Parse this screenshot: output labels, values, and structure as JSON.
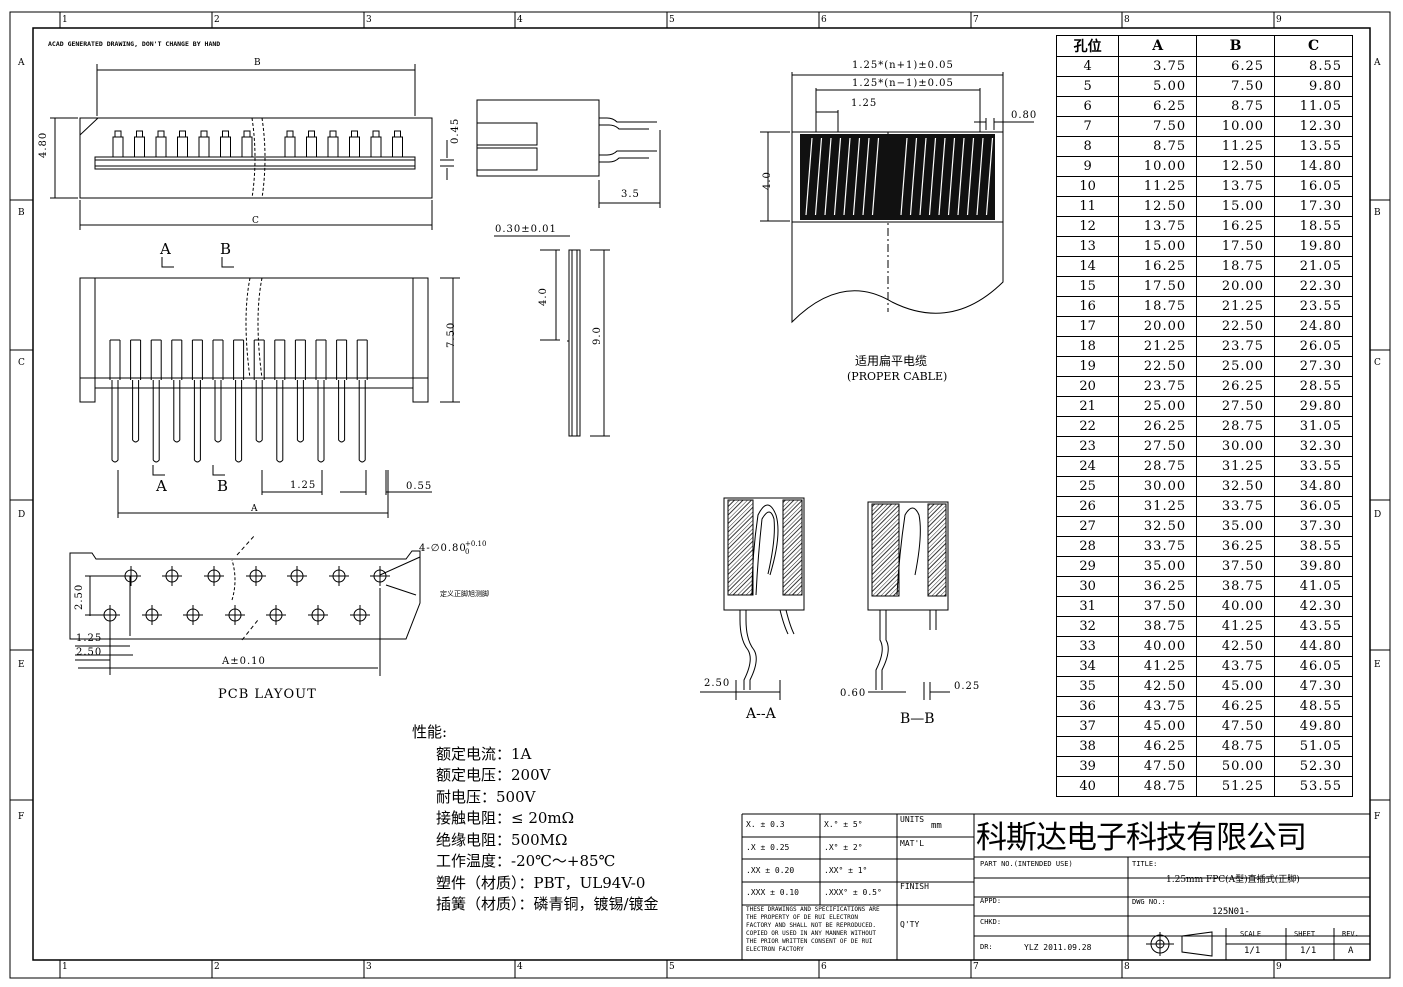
{
  "note_top": "ACAD GENERATED DRAWING, DON'T CHANGE BY HAND",
  "col_markers": [
    "1",
    "2",
    "3",
    "4",
    "5",
    "6",
    "7",
    "8",
    "9"
  ],
  "row_markers": [
    "A",
    "B",
    "C",
    "D",
    "E",
    "F"
  ],
  "top_view": {
    "dim_b": "B",
    "dim_c": "C",
    "dim_height": "4.80",
    "dim_045": "0.45"
  },
  "side_view": {
    "dim_35": "3.5"
  },
  "front_view": {
    "sec_a": "A",
    "sec_b": "B",
    "dim_750": "7.50",
    "pitch": "1.25",
    "pin_w": "0.55",
    "dim_a": "A"
  },
  "fpc_side": {
    "dim_thickness": "0.30±0.01",
    "dim_40": "4.0",
    "dim_90": "9.0"
  },
  "cable": {
    "dim_top1": "1.25*(n+1)±0.05",
    "dim_top2": "1.25*(n−1)±0.05",
    "dim_pitch": "1.25",
    "dim_080": "0.80",
    "dim_40": "4.0",
    "label_cn": "适用扁平电缆",
    "label_en": "(PROPER CABLE)"
  },
  "pcb": {
    "hole_dim": "4-∅0.80",
    "tol_plus": "+0.10",
    "tol_zero": "0",
    "dim_250v": "2.50",
    "dim_125": "1.25",
    "dim_250h": "2.50",
    "dim_a": "A±0.10",
    "note": "定义正脚旭测脚",
    "title": "PCB LAYOUT"
  },
  "section_aa": {
    "dim": "2.50",
    "label": "A--A"
  },
  "section_bb": {
    "dim_060": "0.60",
    "dim_025": "0.25",
    "label": "B—B"
  },
  "specs": {
    "heading": "性能:",
    "items": [
      "额定电流：1A",
      "额定电压：200V",
      "耐电压：500V",
      "接触电阻：≤ 20mΩ",
      "绝缘电阻：500MΩ",
      "工作温度：-20℃～+85℃",
      "塑件（材质）：PBT，UL94V-0",
      "插簧（材质）：磷青铜，镀锡/镀金"
    ]
  },
  "hole_table": {
    "headers": [
      "孔位",
      "A",
      "B",
      "C"
    ],
    "rows": [
      [
        "4",
        "3.75",
        "6.25",
        "8.55"
      ],
      [
        "5",
        "5.00",
        "7.50",
        "9.80"
      ],
      [
        "6",
        "6.25",
        "8.75",
        "11.05"
      ],
      [
        "7",
        "7.50",
        "10.00",
        "12.30"
      ],
      [
        "8",
        "8.75",
        "11.25",
        "13.55"
      ],
      [
        "9",
        "10.00",
        "12.50",
        "14.80"
      ],
      [
        "10",
        "11.25",
        "13.75",
        "16.05"
      ],
      [
        "11",
        "12.50",
        "15.00",
        "17.30"
      ],
      [
        "12",
        "13.75",
        "16.25",
        "18.55"
      ],
      [
        "13",
        "15.00",
        "17.50",
        "19.80"
      ],
      [
        "14",
        "16.25",
        "18.75",
        "21.05"
      ],
      [
        "15",
        "17.50",
        "20.00",
        "22.30"
      ],
      [
        "16",
        "18.75",
        "21.25",
        "23.55"
      ],
      [
        "17",
        "20.00",
        "22.50",
        "24.80"
      ],
      [
        "18",
        "21.25",
        "23.75",
        "26.05"
      ],
      [
        "19",
        "22.50",
        "25.00",
        "27.30"
      ],
      [
        "20",
        "23.75",
        "26.25",
        "28.55"
      ],
      [
        "21",
        "25.00",
        "27.50",
        "29.80"
      ],
      [
        "22",
        "26.25",
        "28.75",
        "31.05"
      ],
      [
        "23",
        "27.50",
        "30.00",
        "32.30"
      ],
      [
        "24",
        "28.75",
        "31.25",
        "33.55"
      ],
      [
        "25",
        "30.00",
        "32.50",
        "34.80"
      ],
      [
        "26",
        "31.25",
        "33.75",
        "36.05"
      ],
      [
        "27",
        "32.50",
        "35.00",
        "37.30"
      ],
      [
        "28",
        "33.75",
        "36.25",
        "38.55"
      ],
      [
        "29",
        "35.00",
        "37.50",
        "39.80"
      ],
      [
        "30",
        "36.25",
        "38.75",
        "41.05"
      ],
      [
        "31",
        "37.50",
        "40.00",
        "42.30"
      ],
      [
        "32",
        "38.75",
        "41.25",
        "43.55"
      ],
      [
        "33",
        "40.00",
        "42.50",
        "44.80"
      ],
      [
        "34",
        "41.25",
        "43.75",
        "46.05"
      ],
      [
        "35",
        "42.50",
        "45.00",
        "47.30"
      ],
      [
        "36",
        "43.75",
        "46.25",
        "48.55"
      ],
      [
        "37",
        "45.00",
        "47.50",
        "49.80"
      ],
      [
        "38",
        "46.25",
        "48.75",
        "51.05"
      ],
      [
        "39",
        "47.50",
        "50.00",
        "52.30"
      ],
      [
        "40",
        "48.75",
        "51.25",
        "53.55"
      ]
    ]
  },
  "title_block": {
    "tol": [
      [
        "X. ± 0.3",
        "X.° ± 5°"
      ],
      [
        ".X ± 0.25",
        ".X° ± 2°"
      ],
      [
        ".XX ± 0.20",
        ".XX° ± 1°"
      ],
      [
        ".XXX ± 0.10",
        ".XXX° ± 0.5°"
      ]
    ],
    "units_label": "UNITS",
    "units_value": "mm",
    "mat_label": "MAT'L",
    "finish_label": "FINISH",
    "qty_label": "Q'TY",
    "notice": [
      "THESE DRAWINGS AND SPECIFICATIONS ARE",
      "THE PROPERTY OF DE RUI ELECTRON",
      "FACTORY AND SHALL NOT BE REPRODUCED.",
      "COPIED OR USED IN ANY MANNER WITHOUT",
      "THE PRIOR WRITTEN CONSENT OF DE RUI",
      "ELECTRON FACTORY"
    ],
    "company": "科斯达电子科技有限公司",
    "part_no_label": "PART NO.(INTENDED USE)",
    "title_label": "TITLE:",
    "title_value": "1.25mm FPC(A型)直插式(正脚)",
    "appd_label": "APPD:",
    "chkd_label": "CHKD:",
    "dr_label": "DR:",
    "dr_value": "YLZ 2011.09.28",
    "dwg_label": "DWG NO.:",
    "dwg_value": "125N01-",
    "scale_label": "SCALE",
    "scale_value": "1/1",
    "sheet_label": "SHEET",
    "sheet_value": "1/1",
    "rev_label": "REV.",
    "rev_value": "A"
  }
}
